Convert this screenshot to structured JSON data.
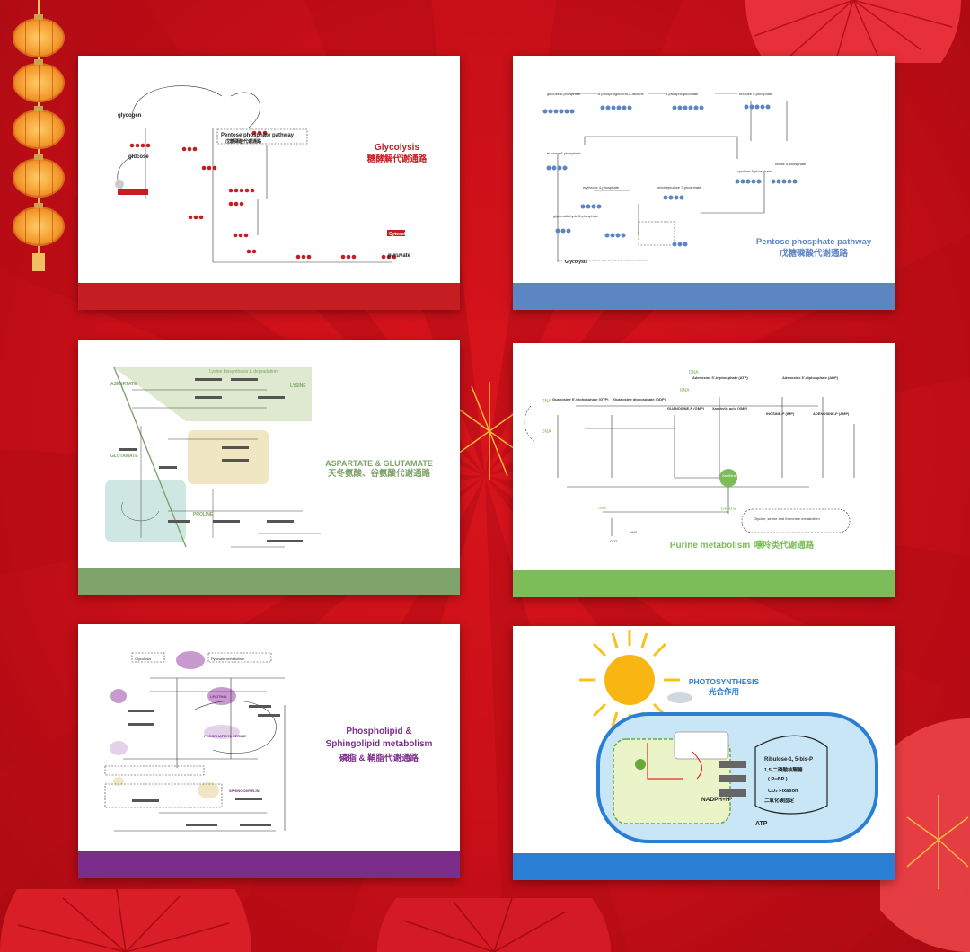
{
  "colors": {
    "background": "#c8101a",
    "glycolysis": "#c41d22",
    "pentose": "#5c85c4",
    "aspartate": "#7ea36b",
    "purine": "#7cbd5a",
    "phospholipid": "#7c2d8c",
    "photosynthesis": "#2a7fd4"
  },
  "cards": {
    "glycolysis": {
      "title_en": "Glycolysis",
      "title_zh": "糖酵解代谢通路",
      "labels": {
        "glycogen": "glycogen",
        "glucose": "glucose",
        "ppp_en": "Pentose phosphate pathway",
        "ppp_zh": "戊糖磷酸代谢通路",
        "cytosol": "Cytosol",
        "pyruvate": "pyruvate"
      }
    },
    "pentose": {
      "title_en": "Pentose phosphate pathway",
      "title_zh": "戊糖磷酸代谢通路",
      "labels": {
        "glucose6p": "glucose 6-phosphate",
        "lactone": "6-phosphoglucono-δ-lactone",
        "gluconate": "6-phosphogluconate",
        "ribulose": "ribulose 5-phosphate",
        "xylulose": "xylulose 5-phosphate",
        "ribose": "ribose 5-phosphate",
        "erythrose": "erythrose 4-phosphate",
        "sedo": "sedoheptulose 7-phosphate",
        "fructose6p": "fructose 6-phosphate",
        "gap": "glyceraldehyde 3-phosphate",
        "glycolysis": "Glycolysis"
      }
    },
    "aspartate": {
      "title_en": "ASPARTATE & GLUTAMATE",
      "title_zh": "天冬氨酸、谷氨酸代谢通路",
      "labels": {
        "lysine_box": "Lysine biosynthesis & degradation",
        "aspartate": "ASPARTATE",
        "lysine": "LYSINE",
        "glutamate": "GLUTAMATE",
        "proline": "PROLINE"
      }
    },
    "purine": {
      "title_en": "Purine metabolism",
      "title_zh": "嘌呤类代谢通路",
      "labels": {
        "gtp": "Guanosine 5'-triphosphate (GTP)",
        "gdp": "Guanosine diphosphate (GDP)",
        "gmp": "GUANOSINE-P (GMP)",
        "xmp": "Xanthylic acid (XMP)",
        "imp": "INOSINE-P (IMP)",
        "amp": "ADENOSINE-P (AMP)",
        "atp": "Adenosine 5'-triphosphate (ATP)",
        "adp": "Adenosine 5'-diphosphate (ADP)",
        "dna": "DNA",
        "rna": "RNA",
        "urate": "URATE",
        "xanthine": "Xanthine",
        "gsm": "Glycine, serine and threonine metabolism",
        "urea": "Urea",
        "co2": "CO2",
        "nh3": "NH3"
      }
    },
    "phospholipid": {
      "title_en_1": "Phospholipid &",
      "title_en_2": "Sphingolipid metabolism",
      "title_zh": "磷脂 & 鞘脂代谢通路",
      "labels": {
        "glycolysis": "Glycolysis",
        "pyruvate": "Pyruvate metabolism",
        "lecithin": "LECITHIN",
        "ps": "PHOSPHATIDYL SERINE",
        "sphingomyelin": "SPHINGOMYELIN"
      }
    },
    "photosynthesis": {
      "title_en": "PHOTOSYNTHESIS",
      "title_zh": "光合作用",
      "labels": {
        "nadph": "NADPH+H⁺",
        "atp": "ATP",
        "rubp": "Ribulose-1, 5-bis-P",
        "rubp_zh": "1,5-二磷酸核酮糖",
        "rubp_abbr": "( RuBP )",
        "co2_fix": "CO₂ Fixation",
        "co2_fix_zh": "二氧化碳固定"
      }
    }
  }
}
